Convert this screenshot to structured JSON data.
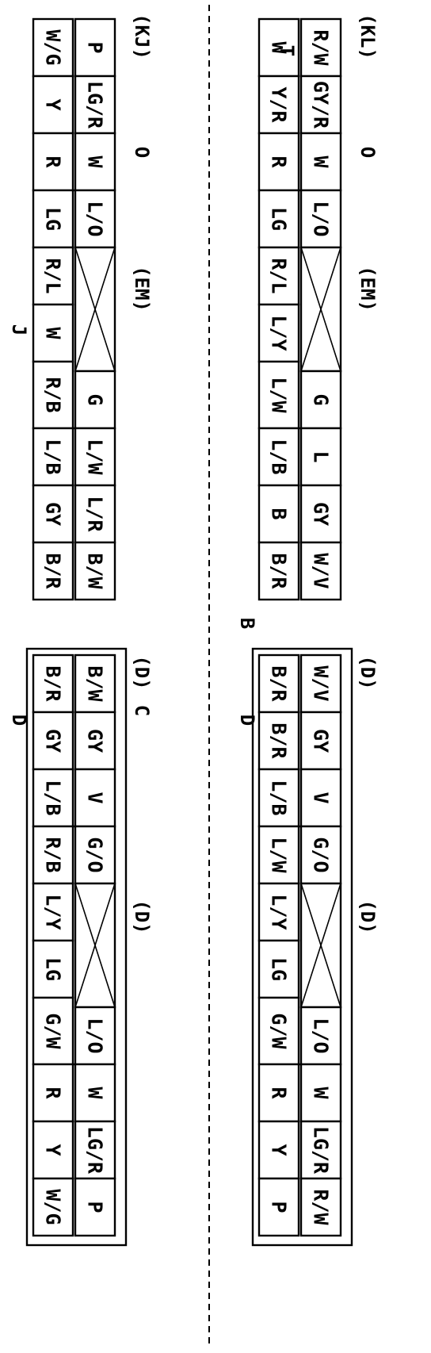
{
  "page": {
    "background": "#ffffff",
    "ink": "#000000"
  },
  "connectors": [
    {
      "id": "kl",
      "title": "(KL)",
      "pins": {
        "o": "O",
        "t": "T",
        "em": "(EM)"
      },
      "upper_row": [
        "R/W",
        "GY/R",
        "W",
        "L/O",
        "",
        "G",
        "L",
        "GY",
        "W/V"
      ],
      "lower_row": [
        "W",
        "Y/R",
        "R",
        "LG",
        "R/L",
        "L/Y",
        "L/W",
        "L/B",
        "B",
        "B/R"
      ]
    },
    {
      "id": "kj",
      "title": "(KJ)",
      "pins": {
        "o": "O",
        "j": "J",
        "em": "(EM)"
      },
      "upper_row": [
        "P",
        "LG/R",
        "W",
        "L/O",
        "",
        "G",
        "L/W",
        "L/R",
        "B/W"
      ],
      "lower_row": [
        "W/G",
        "Y",
        "R",
        "LG",
        "R/L",
        "W",
        "R/B",
        "L/B",
        "GY",
        "B/R"
      ]
    },
    {
      "id": "d-right",
      "title": "(D)",
      "pins": {
        "b": "B",
        "d": "D"
      },
      "upper_row": [
        "W/V",
        "GY",
        "V",
        "G/O",
        "",
        "L/O",
        "W",
        "LG/R",
        "R/W"
      ],
      "lower_row": [
        "B/R",
        "B/R",
        "L/B",
        "L/W",
        "L/Y",
        "LG",
        "G/W",
        "R",
        "Y",
        "P"
      ]
    },
    {
      "id": "d-left",
      "title": "(D)",
      "pins": {
        "c": "C",
        "d": "D"
      },
      "upper_row": [
        "B/W",
        "GY",
        "V",
        "G/O",
        "",
        "L/O",
        "W",
        "LG/R",
        "P"
      ],
      "lower_row": [
        "B/R",
        "GY",
        "L/B",
        "R/B",
        "L/Y",
        "LG",
        "G/W",
        "R",
        "Y",
        "W/G"
      ]
    }
  ]
}
